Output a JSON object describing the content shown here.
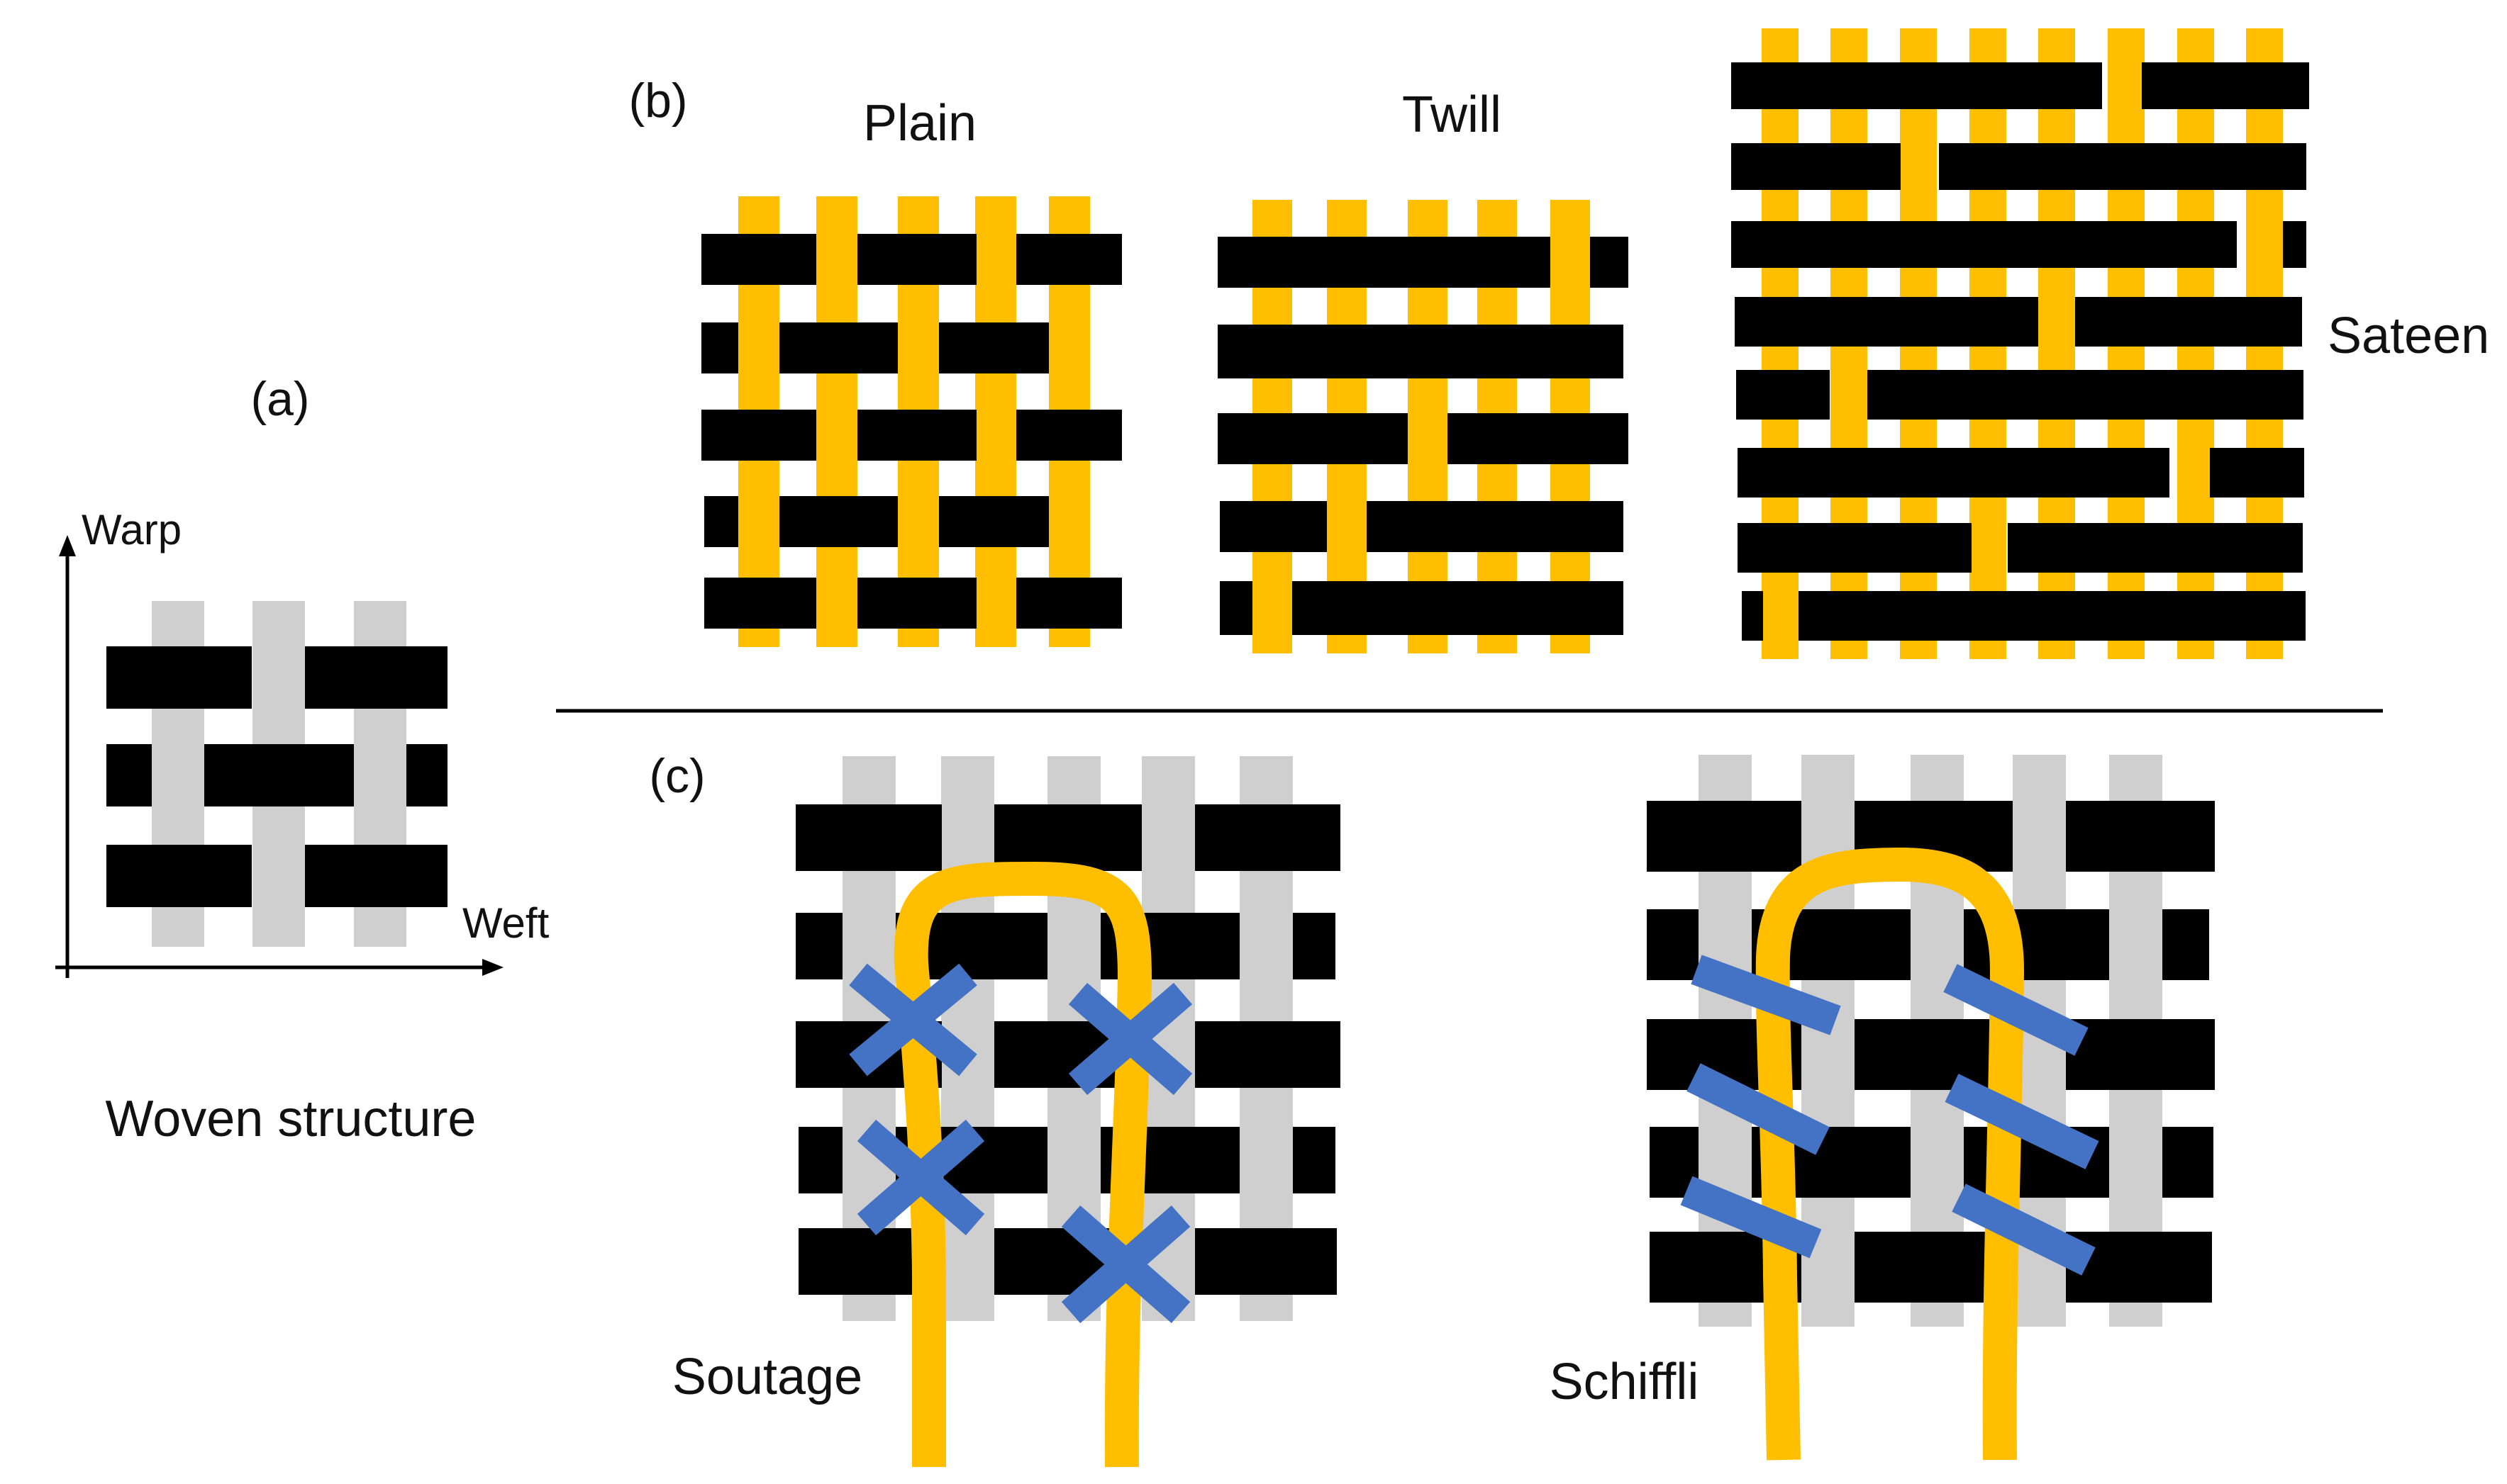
{
  "panels": {
    "a": {
      "tag": "(a)",
      "axis_y_label": "Warp",
      "axis_x_label": "Weft",
      "caption": "Woven structure"
    },
    "b": {
      "tag": "(b)",
      "plain_label": "Plain",
      "twill_label": "Twill",
      "sateen_label": "Sateen"
    },
    "c": {
      "tag": "(c)",
      "soutage_label": "Soutage",
      "schiffli_label": "Schiffli"
    }
  },
  "colors": {
    "weft": "#000000",
    "warp_gray": "#cfcfcf",
    "warp_yellow": "#ffbf00",
    "stitch_blue": "#4472c4",
    "axis": "#000000"
  },
  "icons": {
    "axis_arrow": "arrow-head",
    "stitch_cross": "cross-stitch-mark",
    "stitch_bar": "diagonal-stitch-bar"
  }
}
